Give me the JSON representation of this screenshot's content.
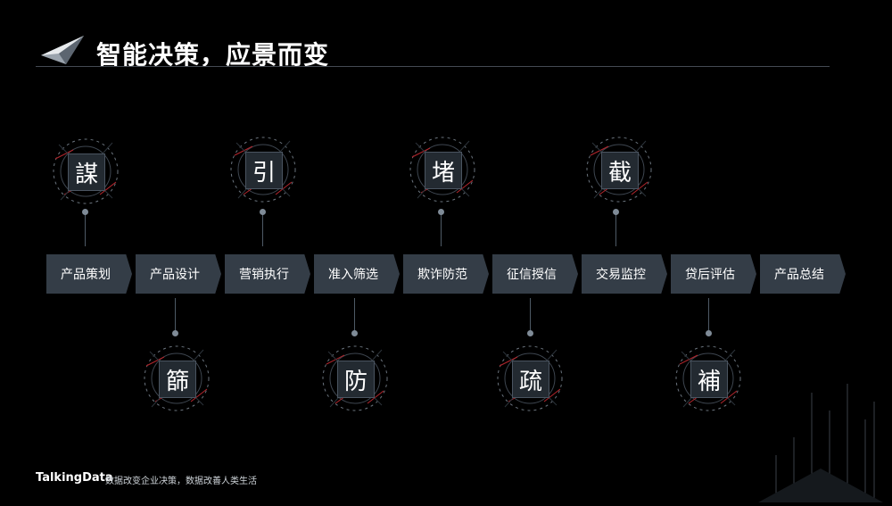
{
  "header": {
    "title": "智能决策，应景而变"
  },
  "steps": [
    {
      "label": "产品策划"
    },
    {
      "label": "产品设计"
    },
    {
      "label": "营销执行"
    },
    {
      "label": "准入筛选"
    },
    {
      "label": "欺诈防范"
    },
    {
      "label": "征信授信"
    },
    {
      "label": "交易监控"
    },
    {
      "label": "贷后评估"
    },
    {
      "label": "产品总结"
    }
  ],
  "badges": {
    "top": [
      {
        "char": "謀"
      },
      {
        "char": "引"
      },
      {
        "char": "堵"
      },
      {
        "char": "截"
      }
    ],
    "bottom": [
      {
        "char": "篩"
      },
      {
        "char": "防"
      },
      {
        "char": "疏"
      },
      {
        "char": "補"
      }
    ]
  },
  "footer": {
    "brand": "TalkingData",
    "slogan": "数据改变企业决策，数据改善人类生活"
  },
  "colors": {
    "background": "#000000",
    "step_fill": "#343d47",
    "connector": "#4e5a66",
    "accent_red": "#b3262d"
  }
}
